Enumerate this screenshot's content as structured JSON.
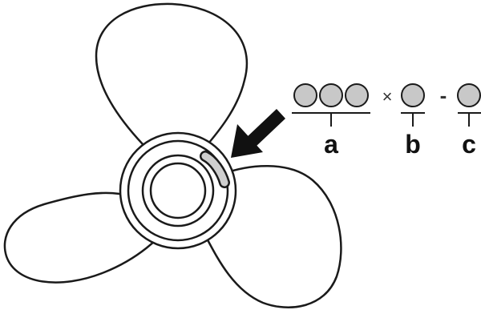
{
  "diagram": {
    "code_format": {
      "labels": {
        "a": "a",
        "b": "b",
        "c": "c"
      },
      "times_symbol": "×",
      "dash_symbol": "-"
    },
    "colors": {
      "outline": "#1a1a1a",
      "code_circle_fill": "#c8c8c8",
      "arrow": "#111111",
      "background": "#ffffff"
    },
    "icons": {
      "arrow": "arrow-pointing-to-hub-marking",
      "propeller": "three-blade-propeller"
    }
  }
}
